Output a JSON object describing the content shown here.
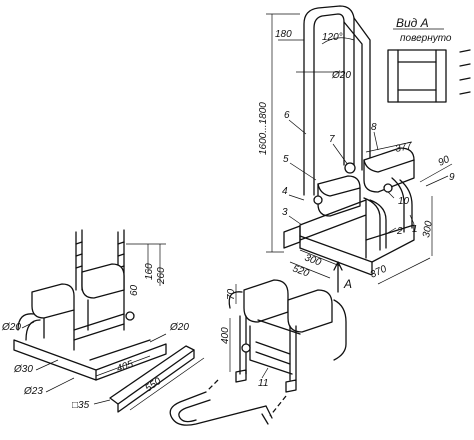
{
  "view": {
    "title": "Вид А",
    "subtitle": "повернуто",
    "arrow_letter": "А"
  },
  "parts": [
    "1",
    "2",
    "3",
    "4",
    "5",
    "6",
    "7",
    "8",
    "9",
    "10",
    "11"
  ],
  "dimensions": {
    "handle_offset": "180",
    "angle": "120°",
    "tube_dia": "Ø20",
    "height_range": "1600...1800",
    "seat_width": "377",
    "seat_offset": "90",
    "leg_height": "300",
    "base_width": "370",
    "frame_depth": "300",
    "frame_length": "520",
    "post_1": "160",
    "post_2": "260",
    "pad_height": "70",
    "pad_dia_small": "Ø20",
    "base_left_dia": "Ø20",
    "tube_30": "Ø30",
    "tube_23": "Ø23",
    "square_35": "□35",
    "width_405": "405",
    "length_550": "550",
    "height_400": "400",
    "right_dia": "Ø20",
    "post_60": "60"
  }
}
